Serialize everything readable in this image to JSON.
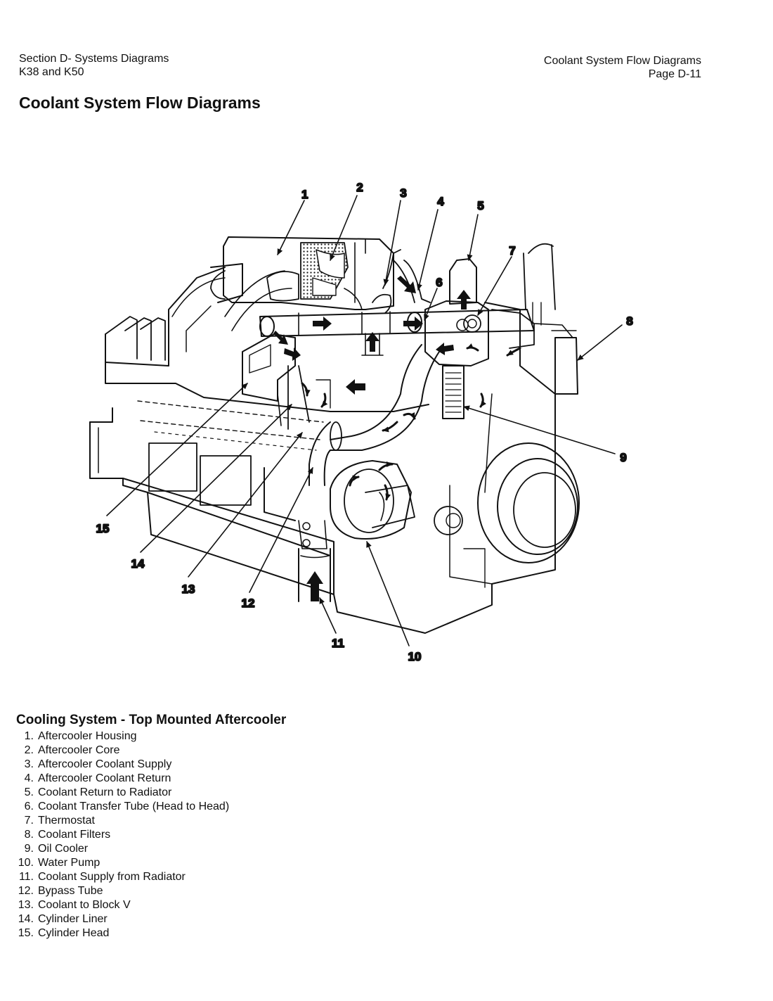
{
  "header": {
    "section": "Section D- Systems Diagrams",
    "models": "K38 and K50",
    "right_title": "Coolant System Flow Diagrams",
    "page": "Page D-11"
  },
  "page_title": "Coolant System Flow Diagrams",
  "diagram": {
    "callouts": [
      "1",
      "2",
      "3",
      "4",
      "5",
      "6",
      "7",
      "8",
      "9",
      "10",
      "11",
      "12",
      "13",
      "14",
      "15"
    ]
  },
  "caption": {
    "title": "Cooling System - Top Mounted Aftercooler",
    "items": [
      {
        "num": "1.",
        "label": "Aftercooler Housing"
      },
      {
        "num": "2.",
        "label": "Aftercooler Core"
      },
      {
        "num": "3.",
        "label": "Aftercooler Coolant Supply"
      },
      {
        "num": "4.",
        "label": "Aftercooler Coolant Return"
      },
      {
        "num": "5.",
        "label": "Coolant Return to Radiator"
      },
      {
        "num": "6.",
        "label": "Coolant Transfer Tube (Head to Head)"
      },
      {
        "num": "7.",
        "label": "Thermostat"
      },
      {
        "num": "8.",
        "label": "Coolant Filters"
      },
      {
        "num": "9.",
        "label": "Oil Cooler"
      },
      {
        "num": "10.",
        "label": "Water Pump"
      },
      {
        "num": "11.",
        "label": "Coolant Supply from Radiator"
      },
      {
        "num": "12.",
        "label": "Bypass Tube"
      },
      {
        "num": "13.",
        "label": "Coolant to Block V"
      },
      {
        "num": "14.",
        "label": "Cylinder Liner"
      },
      {
        "num": "15.",
        "label": "Cylinder Head"
      }
    ]
  }
}
